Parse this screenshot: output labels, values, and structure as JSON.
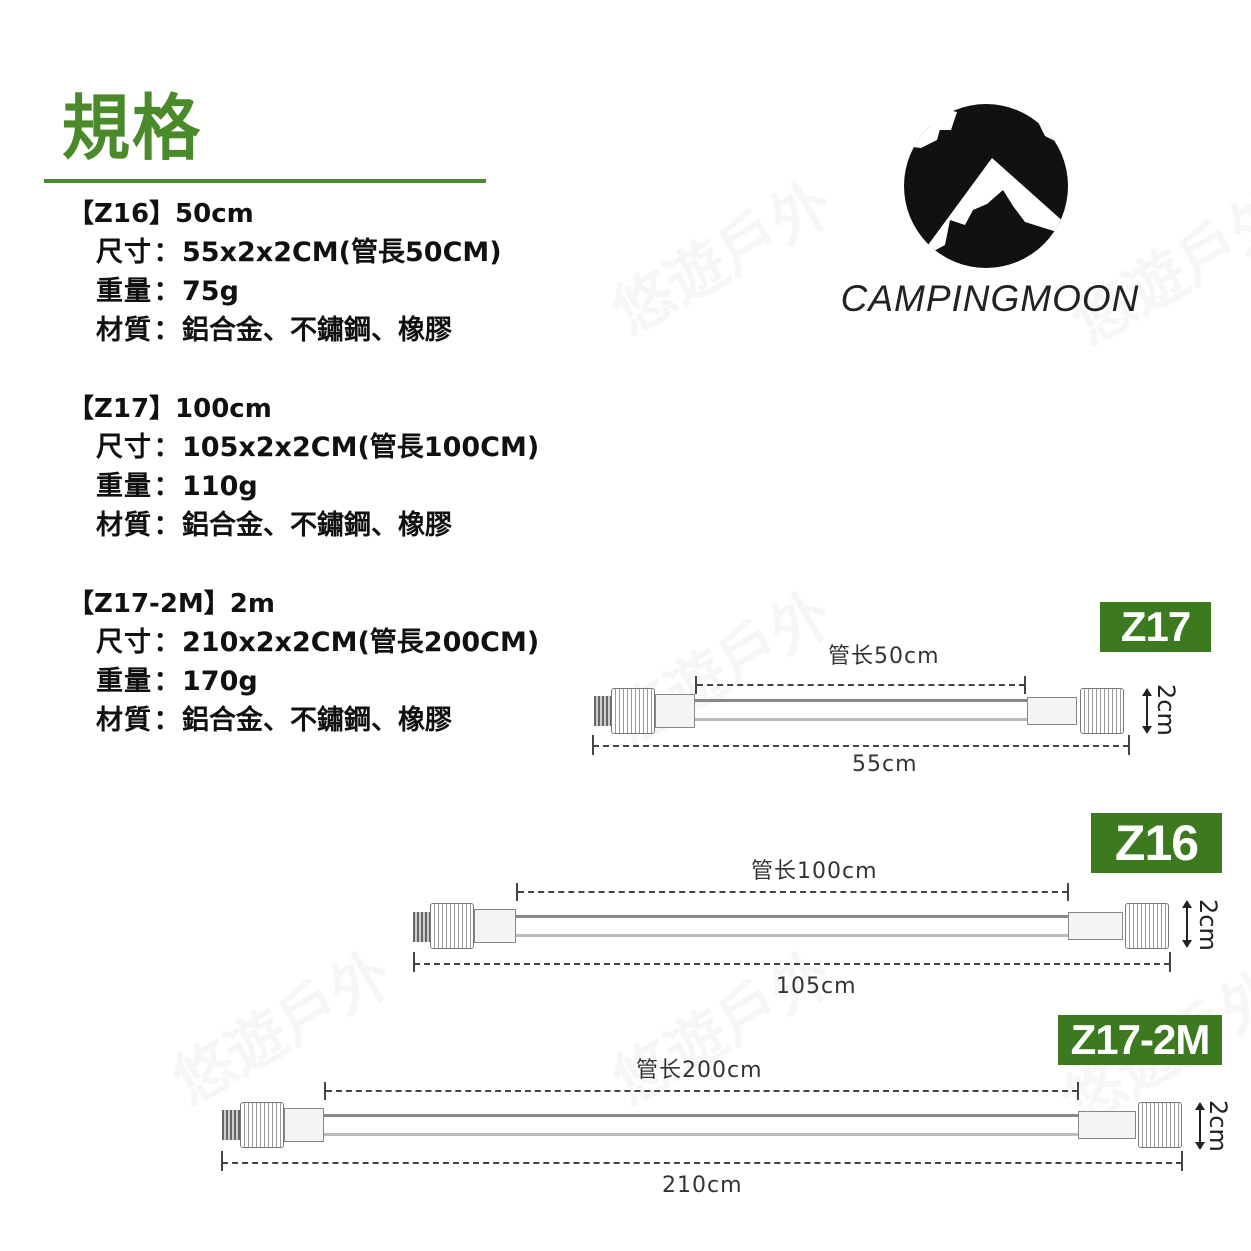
{
  "page": {
    "title": "規格",
    "accent_color": "#4a8a2a",
    "badge_color": "#3d7a1f"
  },
  "brand": {
    "name": "CAMPINGMOON",
    "logo_icon": "mountain-circle-icon"
  },
  "watermark": "悠遊戶外",
  "specs": [
    {
      "heading": "【Z16】50cm",
      "rows": [
        {
          "label": "尺寸",
          "value": "55x2x2CM(管長50CM)"
        },
        {
          "label": "重量",
          "value": "75g"
        },
        {
          "label": "材質",
          "value": "鋁合金、不鏽鋼、橡膠"
        }
      ]
    },
    {
      "heading": "【Z17】100cm",
      "rows": [
        {
          "label": "尺寸",
          "value": "105x2x2CM(管長100CM)"
        },
        {
          "label": "重量",
          "value": "110g"
        },
        {
          "label": "材質",
          "value": "鋁合金、不鏽鋼、橡膠"
        }
      ]
    },
    {
      "heading": "【Z17-2M】2m",
      "rows": [
        {
          "label": "尺寸",
          "value": "210x2x2CM(管長200CM)"
        },
        {
          "label": "重量",
          "value": "170g"
        },
        {
          "label": "材質",
          "value": "鋁合金、不鏽鋼、橡膠"
        }
      ]
    }
  ],
  "diagrams": [
    {
      "badge": "Z17",
      "tube_length": "管长50cm",
      "total_length": "55cm",
      "diameter": "2cm"
    },
    {
      "badge": "Z16",
      "tube_length": "管长100cm",
      "total_length": "105cm",
      "diameter": "2cm"
    },
    {
      "badge": "Z17-2M",
      "tube_length": "管长200cm",
      "total_length": "210cm",
      "diameter": "2cm"
    }
  ],
  "colon": "："
}
